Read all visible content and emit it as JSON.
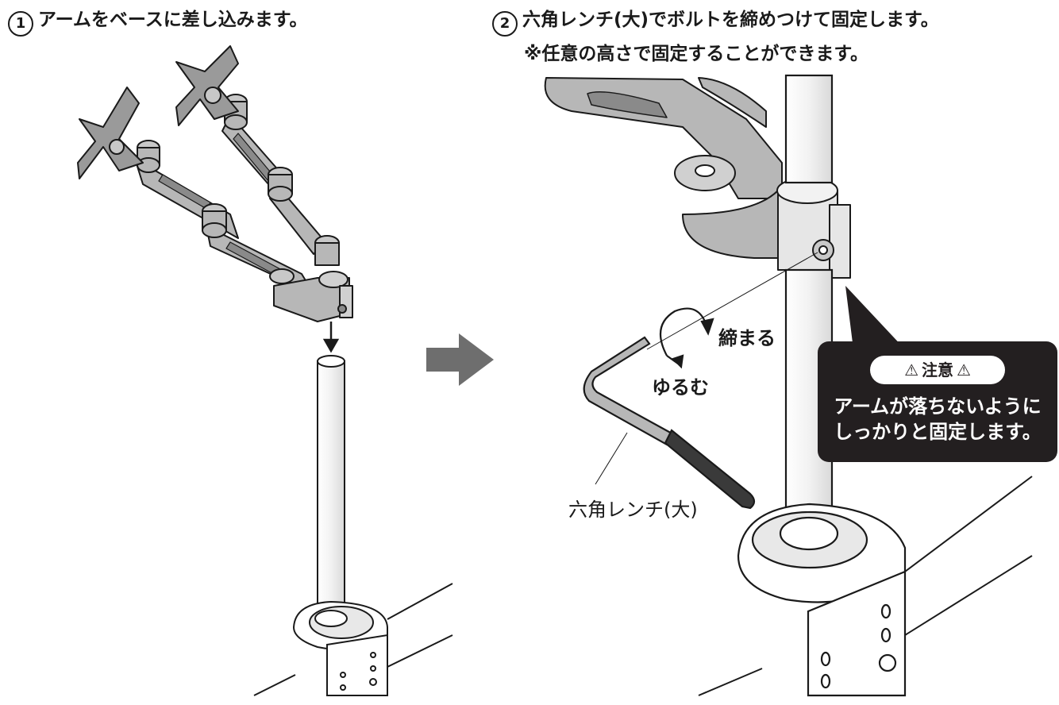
{
  "step1": {
    "number": "1",
    "title": "アームをベースに差し込みます。"
  },
  "step2": {
    "number": "2",
    "title": "六角レンチ(大)でボルトを締めつけて固定します。",
    "note": "※任意の高さで固定することができます。"
  },
  "labels": {
    "tighten": "締まる",
    "loosen": "ゆるむ",
    "wrench": "六角レンチ(大)"
  },
  "caution": {
    "title": "注意",
    "text_line1": "アームが落ちないように",
    "text_line2": "しっかりと固定します。"
  },
  "colors": {
    "line": "#1a1a1a",
    "metal": "#b7b7b7",
    "metal_dark": "#8a8a8a",
    "arrow_gray": "#6e6e6e",
    "caution_bg": "#231f20"
  }
}
